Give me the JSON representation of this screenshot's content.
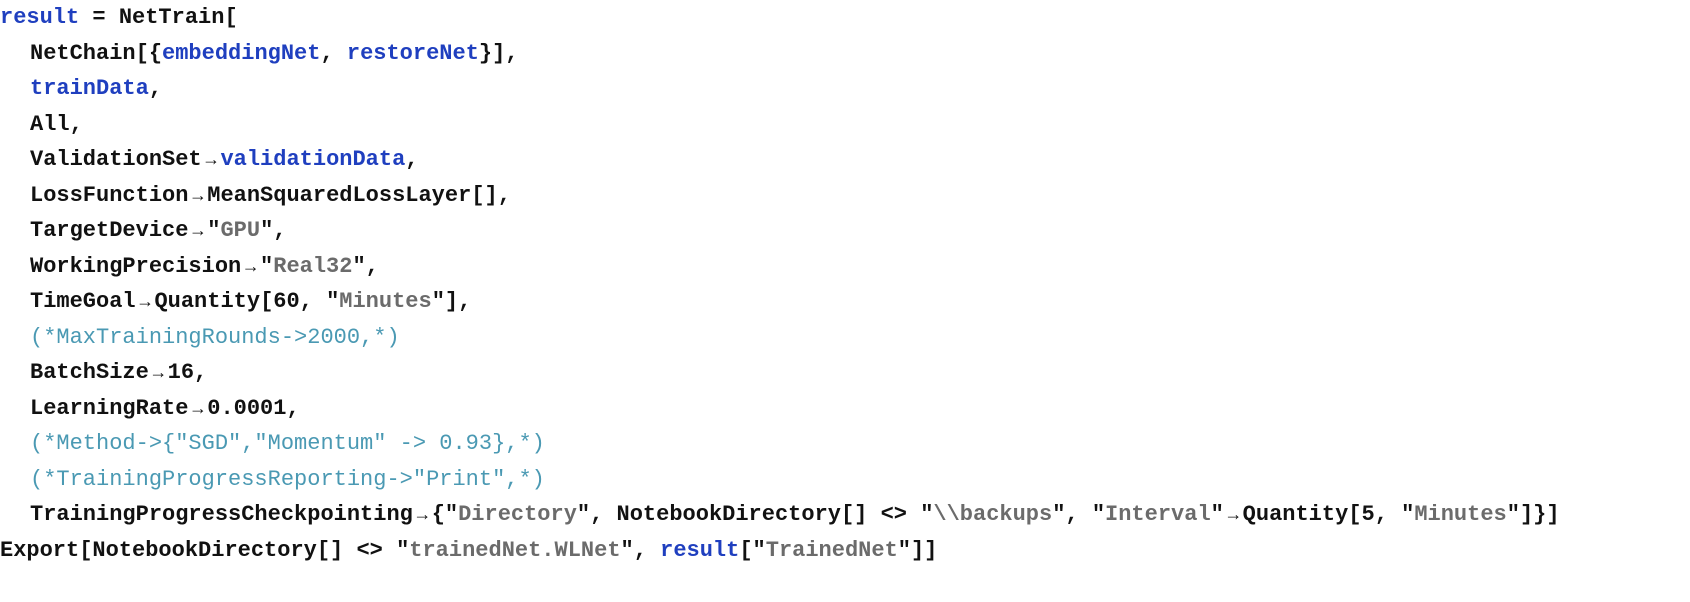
{
  "notebook": {
    "colors": {
      "text": "#111111",
      "variable": "#1f3fbf",
      "string": "#6b6b6b",
      "comment": "#4a99b3"
    },
    "lines": [
      {
        "indent": false,
        "tokens": [
          {
            "t": "var",
            "v": "result"
          },
          {
            "t": "op",
            "v": " = "
          },
          {
            "t": "sym",
            "v": "NetTrain"
          },
          {
            "t": "op",
            "v": "["
          }
        ]
      },
      {
        "indent": true,
        "tokens": [
          {
            "t": "sym",
            "v": "NetChain"
          },
          {
            "t": "op",
            "v": "[{"
          },
          {
            "t": "var",
            "v": "embeddingNet"
          },
          {
            "t": "op",
            "v": ", "
          },
          {
            "t": "var",
            "v": "restoreNet"
          },
          {
            "t": "op",
            "v": "}],"
          }
        ]
      },
      {
        "indent": true,
        "tokens": [
          {
            "t": "var",
            "v": "trainData"
          },
          {
            "t": "op",
            "v": ","
          }
        ]
      },
      {
        "indent": true,
        "tokens": [
          {
            "t": "sym",
            "v": "All"
          },
          {
            "t": "op",
            "v": ","
          }
        ]
      },
      {
        "indent": true,
        "tokens": [
          {
            "t": "sym",
            "v": "ValidationSet"
          },
          {
            "t": "arrow",
            "v": "→"
          },
          {
            "t": "var",
            "v": "validationData"
          },
          {
            "t": "op",
            "v": ","
          }
        ]
      },
      {
        "indent": true,
        "tokens": [
          {
            "t": "sym",
            "v": "LossFunction"
          },
          {
            "t": "arrow",
            "v": "→"
          },
          {
            "t": "sym",
            "v": "MeanSquaredLossLayer"
          },
          {
            "t": "op",
            "v": "[],"
          }
        ]
      },
      {
        "indent": true,
        "tokens": [
          {
            "t": "sym",
            "v": "TargetDevice"
          },
          {
            "t": "arrow",
            "v": "→"
          },
          {
            "t": "q",
            "v": "\""
          },
          {
            "t": "str",
            "v": "GPU"
          },
          {
            "t": "q",
            "v": "\""
          },
          {
            "t": "op",
            "v": ","
          }
        ]
      },
      {
        "indent": true,
        "tokens": [
          {
            "t": "sym",
            "v": "WorkingPrecision"
          },
          {
            "t": "arrow",
            "v": "→"
          },
          {
            "t": "q",
            "v": "\""
          },
          {
            "t": "str",
            "v": "Real32"
          },
          {
            "t": "q",
            "v": "\""
          },
          {
            "t": "op",
            "v": ","
          }
        ]
      },
      {
        "indent": true,
        "tokens": [
          {
            "t": "sym",
            "v": "TimeGoal"
          },
          {
            "t": "arrow",
            "v": "→"
          },
          {
            "t": "sym",
            "v": "Quantity"
          },
          {
            "t": "op",
            "v": "[60, "
          },
          {
            "t": "q",
            "v": "\""
          },
          {
            "t": "str",
            "v": "Minutes"
          },
          {
            "t": "q",
            "v": "\""
          },
          {
            "t": "op",
            "v": "],"
          }
        ]
      },
      {
        "indent": true,
        "tokens": [
          {
            "t": "cmt",
            "v": "(*MaxTrainingRounds->2000,*)"
          }
        ]
      },
      {
        "indent": true,
        "tokens": [
          {
            "t": "sym",
            "v": "BatchSize"
          },
          {
            "t": "arrow",
            "v": "→"
          },
          {
            "t": "sym",
            "v": "16"
          },
          {
            "t": "op",
            "v": ","
          }
        ]
      },
      {
        "indent": true,
        "tokens": [
          {
            "t": "sym",
            "v": "LearningRate"
          },
          {
            "t": "arrow",
            "v": "→"
          },
          {
            "t": "sym",
            "v": "0.0001"
          },
          {
            "t": "op",
            "v": ","
          }
        ]
      },
      {
        "indent": true,
        "tokens": [
          {
            "t": "cmt",
            "v": "(*Method->{\"SGD\",\"Momentum\" -> 0.93},*)"
          }
        ]
      },
      {
        "indent": true,
        "tokens": [
          {
            "t": "cmt",
            "v": "(*TrainingProgressReporting->\"Print\",*)"
          }
        ]
      },
      {
        "indent": true,
        "tokens": [
          {
            "t": "sym",
            "v": "TrainingProgressCheckpointing"
          },
          {
            "t": "arrow",
            "v": "→"
          },
          {
            "t": "op",
            "v": "{"
          },
          {
            "t": "q",
            "v": "\""
          },
          {
            "t": "str",
            "v": "Directory"
          },
          {
            "t": "q",
            "v": "\""
          },
          {
            "t": "op",
            "v": ", "
          },
          {
            "t": "sym",
            "v": "NotebookDirectory"
          },
          {
            "t": "op",
            "v": "[] <> "
          },
          {
            "t": "q",
            "v": "\""
          },
          {
            "t": "str",
            "v": "\\\\backups"
          },
          {
            "t": "q",
            "v": "\""
          },
          {
            "t": "op",
            "v": ", "
          },
          {
            "t": "q",
            "v": "\""
          },
          {
            "t": "str",
            "v": "Interval"
          },
          {
            "t": "q",
            "v": "\""
          },
          {
            "t": "arrow",
            "v": "→"
          },
          {
            "t": "sym",
            "v": "Quantity"
          },
          {
            "t": "op",
            "v": "[5, "
          },
          {
            "t": "q",
            "v": "\""
          },
          {
            "t": "str",
            "v": "Minutes"
          },
          {
            "t": "q",
            "v": "\""
          },
          {
            "t": "op",
            "v": "]}]"
          }
        ]
      },
      {
        "indent": false,
        "tokens": [
          {
            "t": "sym",
            "v": "Export"
          },
          {
            "t": "op",
            "v": "["
          },
          {
            "t": "sym",
            "v": "NotebookDirectory"
          },
          {
            "t": "op",
            "v": "[] <> "
          },
          {
            "t": "q",
            "v": "\""
          },
          {
            "t": "str",
            "v": "trainedNet.WLNet"
          },
          {
            "t": "q",
            "v": "\""
          },
          {
            "t": "op",
            "v": ", "
          },
          {
            "t": "var",
            "v": "result"
          },
          {
            "t": "op",
            "v": "["
          },
          {
            "t": "q",
            "v": "\""
          },
          {
            "t": "str",
            "v": "TrainedNet"
          },
          {
            "t": "q",
            "v": "\""
          },
          {
            "t": "op",
            "v": "]]"
          }
        ]
      }
    ]
  }
}
